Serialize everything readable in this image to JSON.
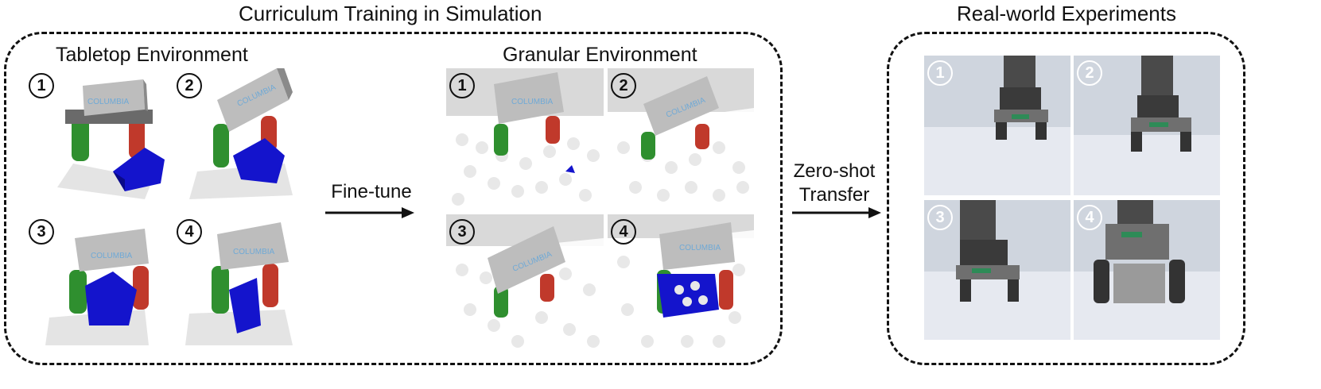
{
  "headings": {
    "sim": "Curriculum Training in Simulation",
    "real": "Real-world Experiments"
  },
  "sections": {
    "tabletop": "Tabletop Environment",
    "granular": "Granular Environment"
  },
  "arrows": {
    "finetune": "Fine-tune",
    "zeroshot_1": "Zero-shot",
    "zeroshot_2": "Transfer"
  },
  "panel_numbers": [
    "1",
    "2",
    "3",
    "4"
  ],
  "gripper_brand": "COLUMBIA",
  "colors": {
    "gripper_body": "#bdbdbd",
    "finger_left": "#2f8f2f",
    "finger_right": "#c0392b",
    "object": "#1111cc",
    "granular_bg": "#ffffff",
    "real_bg": "#dfe3ea"
  }
}
